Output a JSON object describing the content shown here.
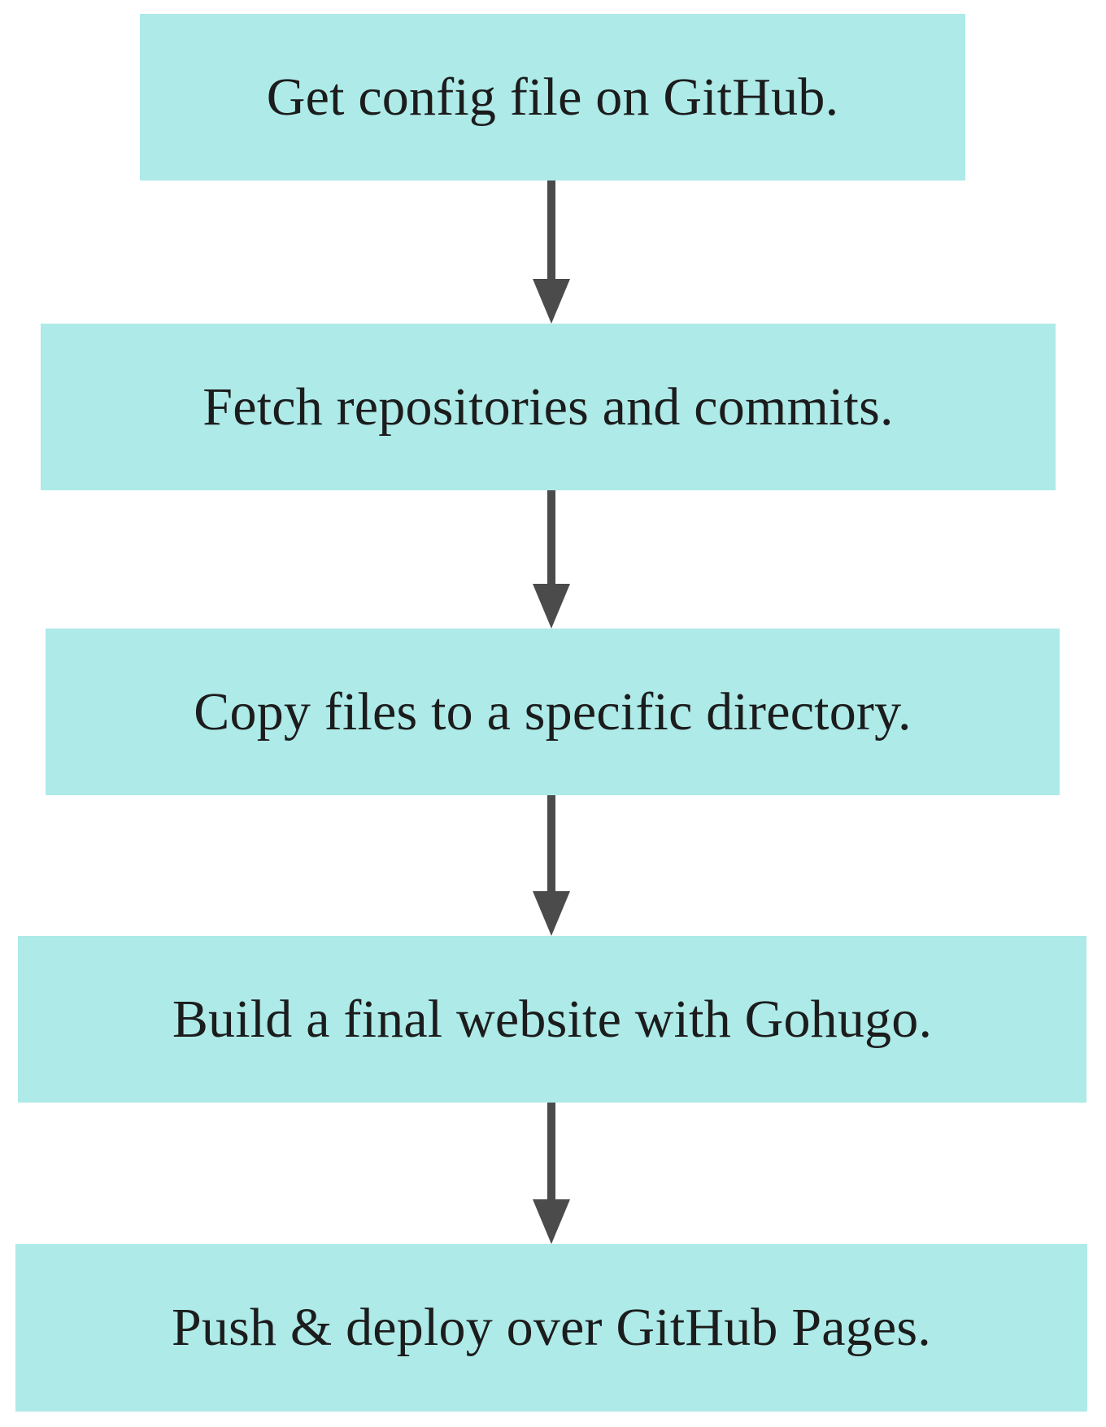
{
  "diagram": {
    "type": "flowchart",
    "orientation": "top-to-bottom",
    "node_fill_color": "#ADEAE8",
    "node_text_color": "#1C1C1C",
    "edge_color": "#4B4B4B",
    "background_color": "#FFFFFF",
    "nodes": [
      {
        "id": "n1",
        "label": "Get config file on GitHub."
      },
      {
        "id": "n2",
        "label": "Fetch repositories and commits."
      },
      {
        "id": "n3",
        "label": "Copy files to a specific directory."
      },
      {
        "id": "n4",
        "label": "Build a final website with Gohugo."
      },
      {
        "id": "n5",
        "label": "Push & deploy over GitHub Pages."
      }
    ],
    "edges": [
      {
        "from": "n1",
        "to": "n2",
        "style": "arrow-down"
      },
      {
        "from": "n2",
        "to": "n3",
        "style": "arrow-down"
      },
      {
        "from": "n3",
        "to": "n4",
        "style": "arrow-down"
      },
      {
        "from": "n4",
        "to": "n5",
        "style": "arrow-down"
      }
    ]
  }
}
